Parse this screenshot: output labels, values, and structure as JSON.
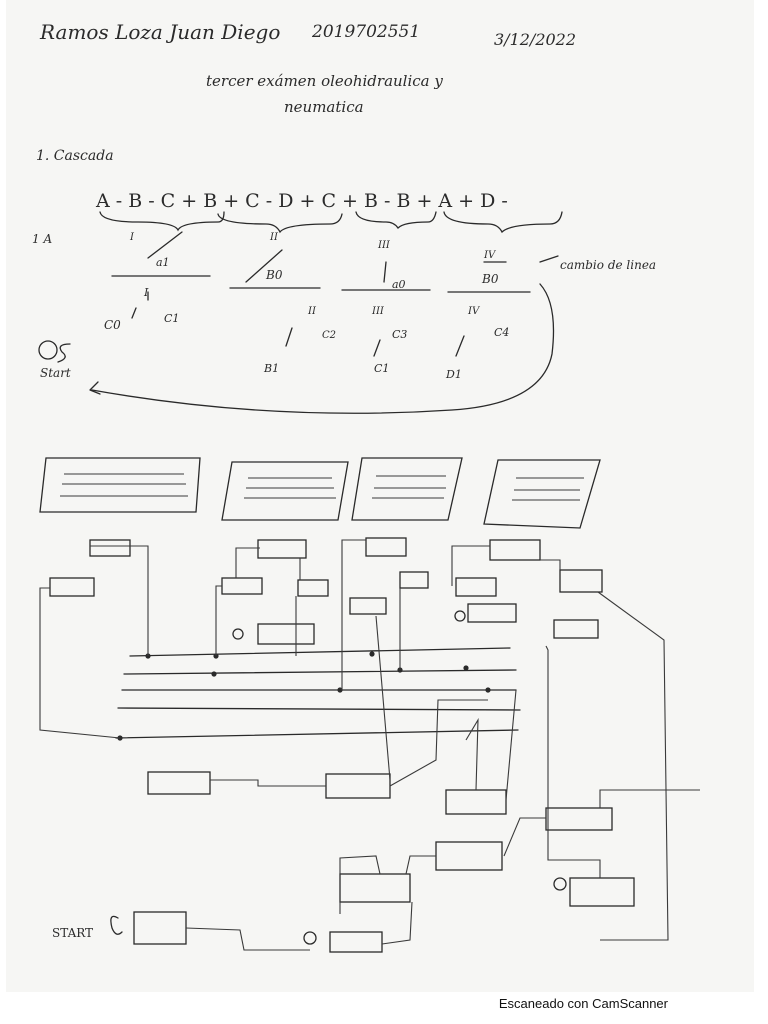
{
  "header": {
    "name": "Ramos Loza Juan Diego",
    "student_id": "2019702551",
    "date": "3/12/2022"
  },
  "title": {
    "line1": "tercer exámen oleohidraulica y",
    "line2": "neumatica"
  },
  "section": {
    "heading": "1. Cascada",
    "sequence": "A - B - C + B + C - D + C + B - B + A + D -",
    "row_label": "1 A",
    "group_marks": [
      "I",
      "II",
      "III",
      "IV"
    ],
    "sensor_labels": [
      "a1",
      "B0",
      "a0",
      "B0"
    ],
    "line_change": "cambio de linea",
    "start_symbol": "Start",
    "group_numbers": [
      "I",
      "II",
      "III",
      "IV"
    ],
    "end_labels": [
      "C0",
      "C1",
      "C2",
      "C3",
      "C4"
    ],
    "sensors_bottom": [
      "B1",
      "C1",
      "D1"
    ]
  },
  "circuit": {
    "start_label": "START"
  },
  "footer": {
    "scanner": "Escaneado con CamScanner"
  }
}
